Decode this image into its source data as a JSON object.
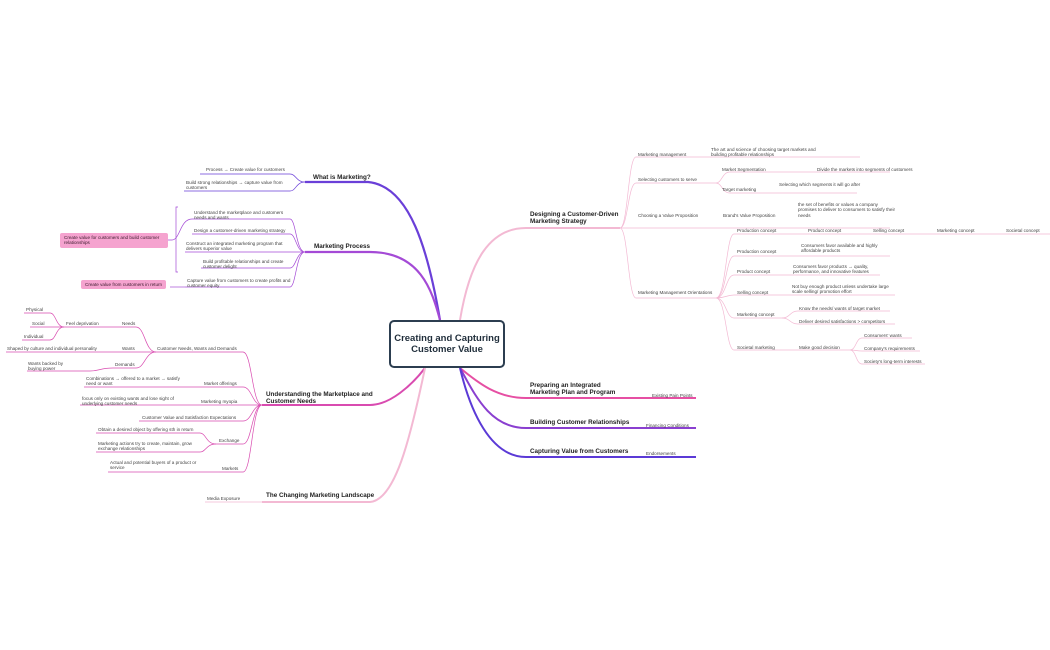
{
  "central": {
    "title": "Creating and Capturing Customer Value"
  },
  "colors": {
    "purple": "#6a3fd8",
    "magenta": "#c04ad0",
    "pink": "#e64fa3",
    "light_pink": "#f3b9d3",
    "highlight": "#f5a3cf",
    "border": "#2c3e50"
  },
  "left": {
    "what_is": {
      "title": "What is Marketing?",
      "items": [
        "Process → Create value for customers",
        "Build strong relationships → capture value from customers"
      ]
    },
    "process": {
      "title": "Marketing Process",
      "items": [
        "Understand the marketplace and customers needs and wants",
        "Design a customer-driven marketing strategy",
        "Construct an integrated marketing program that delivers superior value",
        "Build profitable relationships and create customer delight",
        "Capture value from customers to create profits and customer equity"
      ],
      "highlights": [
        "Create value for customers and build customer relationships",
        "Create value from customers in return"
      ]
    },
    "understanding": {
      "title": "Understanding the Marketplace and Customer Needs",
      "needs_wants": "Customer Needs, Wants and Demands",
      "needs": "Needs",
      "feel_deprivation": "Feel deprivation",
      "physical": "Physical",
      "social": "Social",
      "individual": "Individual",
      "wants": "Wants",
      "wants_desc": "Shaped by culture and individual personality",
      "demands": "Demands",
      "demands_desc": "Wants backed by buying power",
      "market_offerings": "Market offerings",
      "offerings_desc": "Combinations → offered to a market → satisfy need or want",
      "myopia": "Marketing myopia",
      "myopia_desc": "focus only on existing wants and lose sight of underlying customer needs",
      "value_sat": "Customer Value and Satisfaction Expectations",
      "exchange": "Exchange",
      "exchange_1": "Obtain a desired object by offering sth in return",
      "exchange_2": "Marketing actions try to create, maintain, grow exchange relationships",
      "markets": "Markets",
      "markets_desc": "Actual and potential buyers of a product or service"
    },
    "landscape": {
      "title": "The Changing Marketing Landscape",
      "item": "Media Exposure"
    }
  },
  "right": {
    "designing": {
      "title": "Designing a Customer-Driven Marketing Strategy",
      "mgmt": "Marketing management",
      "mgmt_desc": "The art and science of choosing target markets and building profitable relationships",
      "selecting": "Selecting customers to serve",
      "segmentation": "Market Segmentation",
      "segmentation_desc": "Divide the markets into segments of customers",
      "targeting": "Target marketing",
      "targeting_desc": "Selecting which segments it will go after",
      "choosing": "Choosing a Value Proposition",
      "brand_vp": "Brand's Value Proposition",
      "brand_vp_desc": "the set of benefits or values a company promises to deliver to consumers to satisfy their needs",
      "orientations": "Marketing Management Orientations",
      "chain": [
        "Production concept",
        "Product concept",
        "Selling concept",
        "Marketing concept",
        "Societal concept"
      ],
      "production": "Production concept",
      "production_desc": "Consumers favor available and highly affordable products",
      "product": "Product concept",
      "product_desc": "Consumers favor products → quality, performance, and innovative features",
      "selling": "Selling concept",
      "selling_desc": "Not buy enough product unless undertake large scale selling/ promotion effort",
      "marketing": "Marketing concept",
      "marketing_desc_1": "Know the needs/ wants of target market",
      "marketing_desc_2": "Deliver desired satisfactions > competitors",
      "societal": "Societal marketing",
      "good_decision": "Make good decision",
      "societal_1": "Consumers' wants",
      "societal_2": "Company's requirements",
      "societal_3": "Society's long-term interests"
    },
    "preparing": {
      "title": "Preparing an Integrated Marketing Plan and Program",
      "item": "Existing Pain Points"
    },
    "building": {
      "title": "Building Customer Relationships",
      "item": "Financing Conditions"
    },
    "capturing": {
      "title": "Capturing Value from Customers",
      "item": "Endorsements"
    }
  }
}
